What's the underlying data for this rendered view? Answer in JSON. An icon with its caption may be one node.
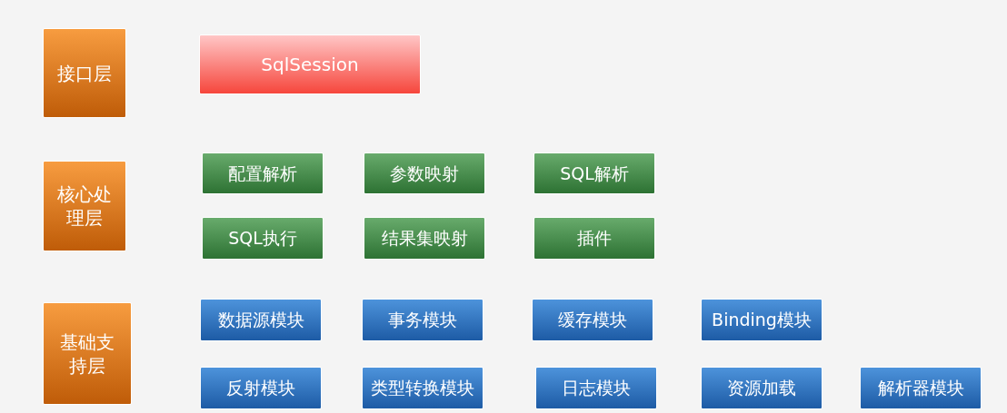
{
  "diagram": {
    "nodes": [
      {
        "text": [
          "接口层"
        ]
      },
      {
        "text": [
          "核心处理层"
        ]
      },
      {
        "text": [
          "基础支持层"
        ]
      },
      {
        "text": [
          "SqlSession"
        ]
      },
      {
        "text": [
          "配置解析"
        ]
      },
      {
        "text": [
          "参数映射"
        ]
      },
      {
        "text": [
          "SQL解析"
        ]
      },
      {
        "text": [
          "SQL执行"
        ]
      },
      {
        "text": [
          "结果集映射"
        ]
      },
      {
        "text": [
          "插件"
        ]
      },
      {
        "text": [
          "数据源模块"
        ]
      },
      {
        "text": [
          "事务模块"
        ]
      },
      {
        "text": [
          "缓存模块"
        ]
      },
      {
        "text": [
          "Binding模块"
        ]
      },
      {
        "text": [
          "反射模块"
        ]
      },
      {
        "text": [
          "类型转换模块"
        ]
      },
      {
        "text": [
          "日志模块"
        ]
      },
      {
        "text": [
          "资源加载"
        ]
      },
      {
        "text": [
          "解析器模块"
        ]
      }
    ]
  }
}
